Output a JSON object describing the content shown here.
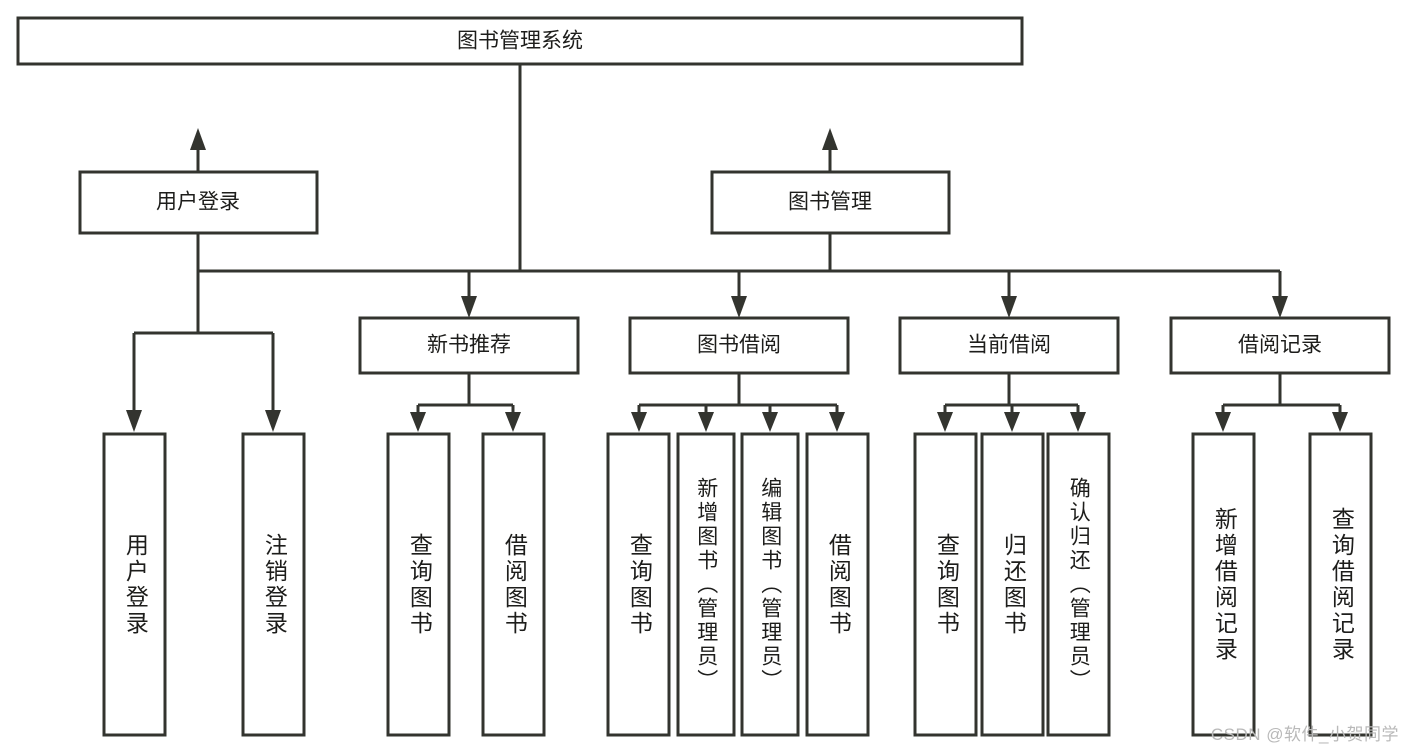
{
  "diagram": {
    "type": "tree",
    "title": "图书管理系统",
    "watermark": "CSDN @软件_小贺同学",
    "colors": {
      "stroke": "#33342f",
      "fill": "#ffffff",
      "text": "#1d1d1b",
      "watermark": "#b9b9b9",
      "background": "#ffffff"
    },
    "nodes": {
      "root": {
        "label": "图书管理系统"
      },
      "level1": [
        {
          "id": "user-login",
          "label": "用户登录"
        },
        {
          "id": "book-manage",
          "label": "图书管理"
        }
      ],
      "level2": [
        {
          "id": "new-book-rec",
          "label": "新书推荐"
        },
        {
          "id": "book-borrow",
          "label": "图书借阅"
        },
        {
          "id": "current-borrow",
          "label": "当前借阅"
        },
        {
          "id": "borrow-record",
          "label": "借阅记录"
        }
      ],
      "leaves": [
        {
          "id": "leaf-user-login",
          "label": "用户登录",
          "parent": "user-login"
        },
        {
          "id": "leaf-logout-login",
          "label": "注销登录",
          "parent": "user-login"
        },
        {
          "id": "leaf-query-book-1",
          "label": "查询图书",
          "parent": "new-book-rec"
        },
        {
          "id": "leaf-borrow-book-1",
          "label": "借阅图书",
          "parent": "new-book-rec"
        },
        {
          "id": "leaf-query-book-2",
          "label": "查询图书",
          "parent": "book-borrow"
        },
        {
          "id": "leaf-add-book",
          "label": "新增图书（管理员）",
          "parent": "book-borrow"
        },
        {
          "id": "leaf-edit-book",
          "label": "编辑图书（管理员）",
          "parent": "book-borrow"
        },
        {
          "id": "leaf-borrow-book-2",
          "label": "借阅图书",
          "parent": "book-borrow"
        },
        {
          "id": "leaf-query-book-3",
          "label": "查询图书",
          "parent": "current-borrow"
        },
        {
          "id": "leaf-return-book",
          "label": "归还图书",
          "parent": "current-borrow"
        },
        {
          "id": "leaf-confirm-return",
          "label": "确认归还（管理员）",
          "parent": "current-borrow"
        },
        {
          "id": "leaf-add-record",
          "label": "新增借阅记录",
          "parent": "borrow-record"
        },
        {
          "id": "leaf-query-record",
          "label": "查询借阅记录",
          "parent": "borrow-record"
        }
      ]
    }
  }
}
